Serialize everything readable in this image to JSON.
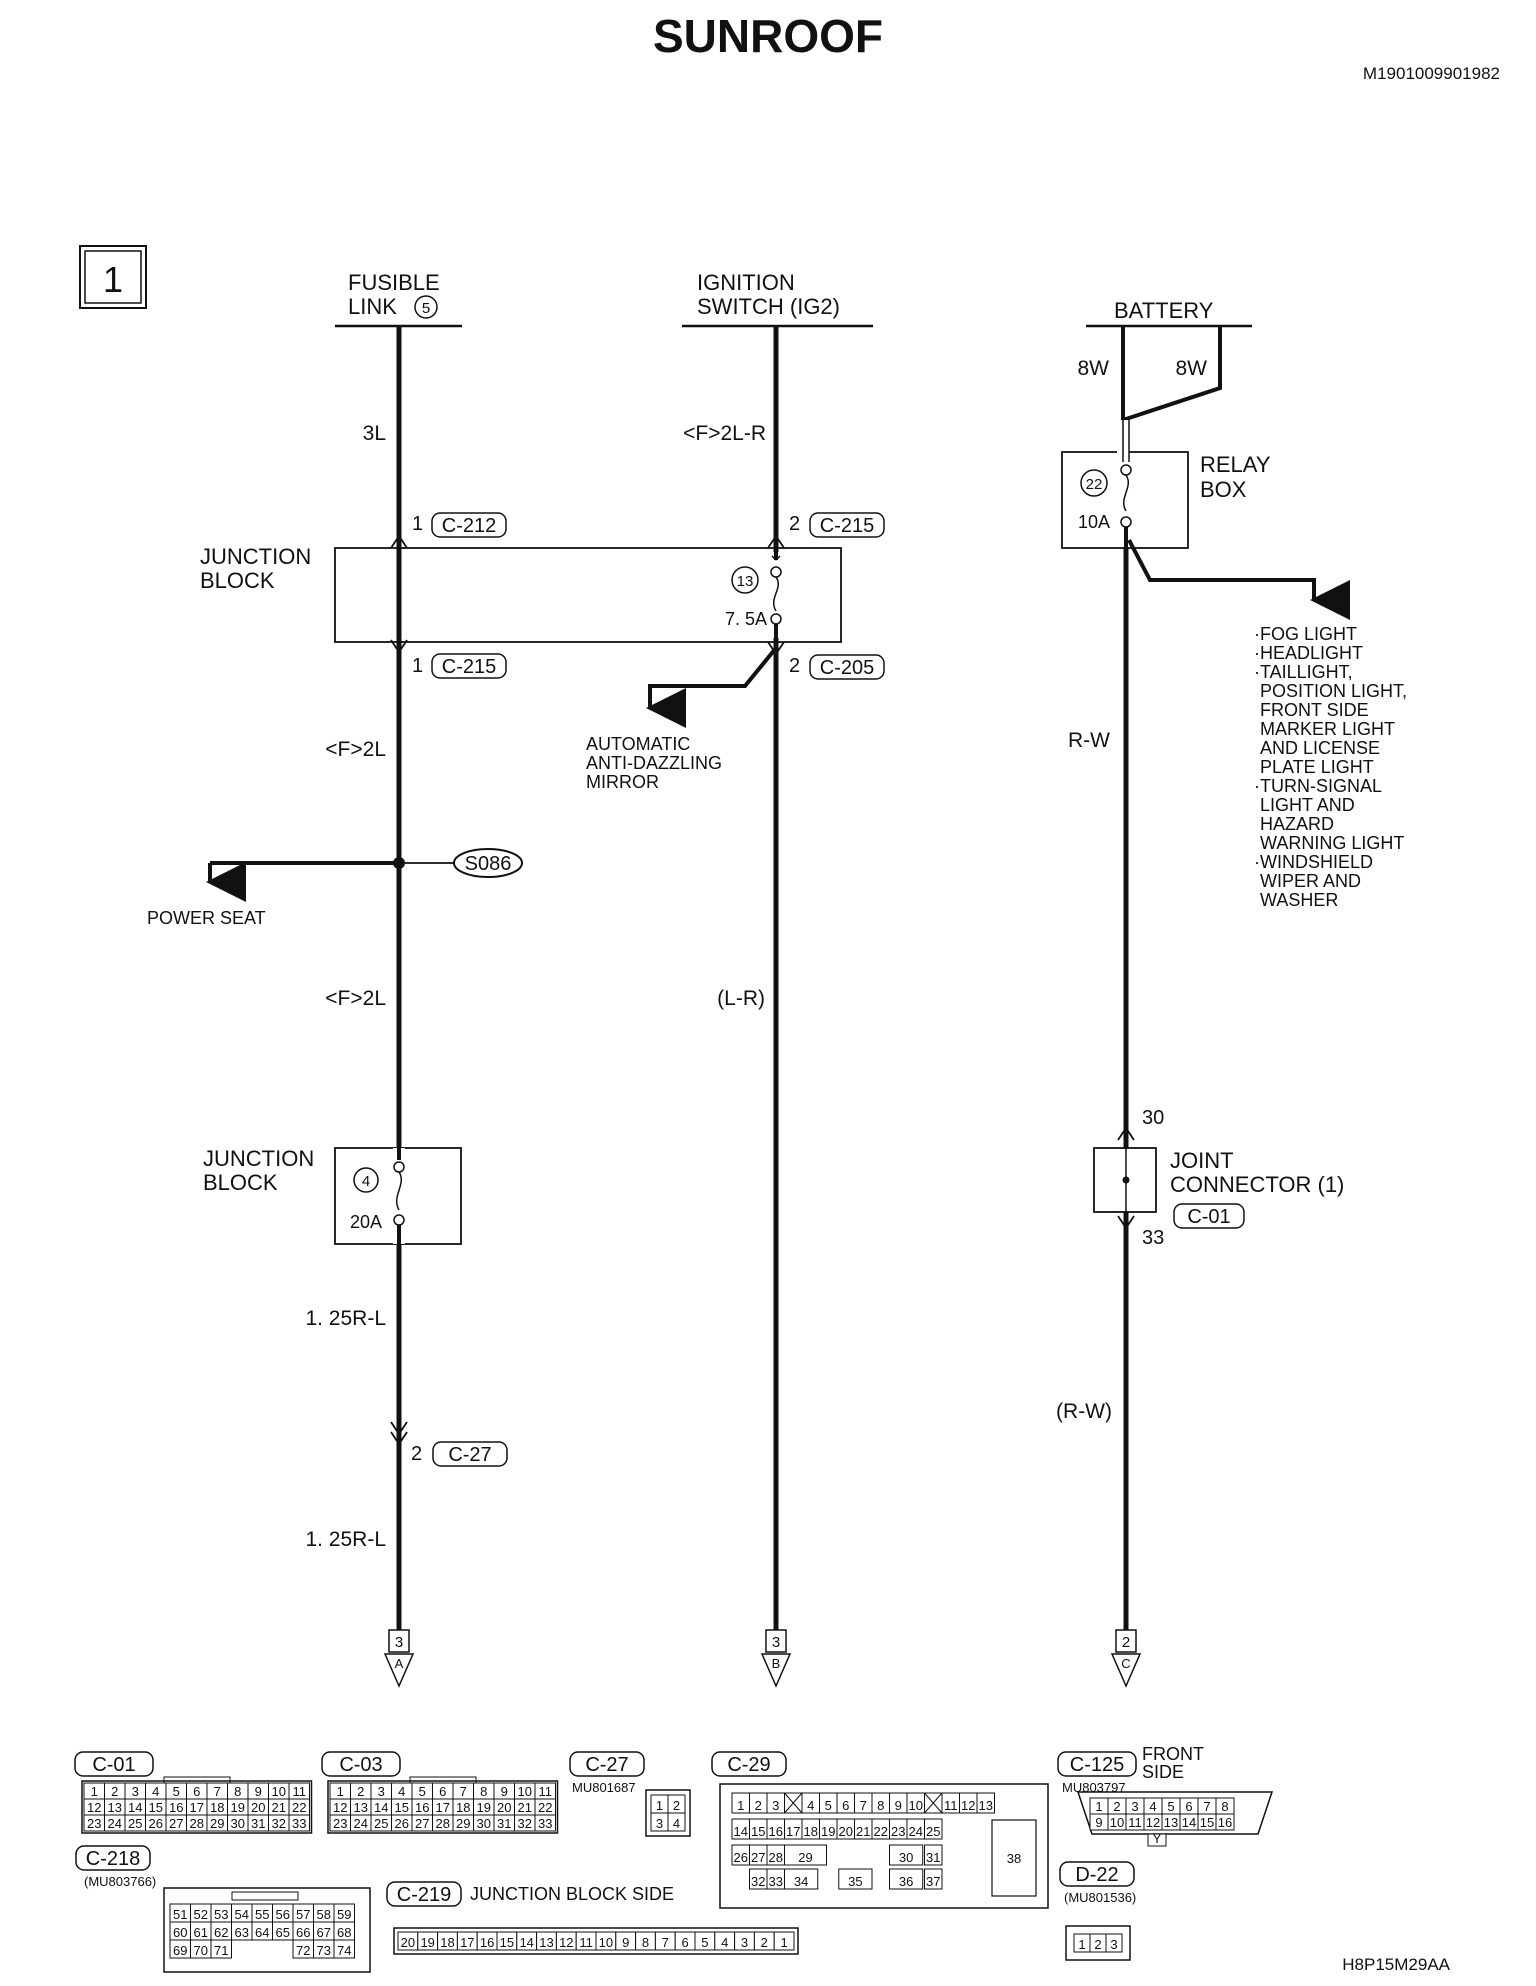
{
  "title": "SUNROOF",
  "code": "M1901009901982",
  "figure_code": "H8P15M29AA",
  "section_number": "1",
  "sources": {
    "fusible_link": {
      "line1": "FUSIBLE",
      "line2": "LINK",
      "number": "5"
    },
    "ignition_switch": {
      "line1": "IGNITION",
      "line2": "SWITCH (IG2)"
    },
    "battery": {
      "label": "BATTERY",
      "wire_left": "8W",
      "wire_right": "8W"
    }
  },
  "relay_box": {
    "line1": "RELAY",
    "line2": "BOX",
    "fuse_number": "22",
    "fuse_rating": "10A"
  },
  "relay_box_loads": [
    "·FOG LIGHT",
    "·HEADLIGHT",
    "·TAILLIGHT,",
    "POSITION LIGHT,",
    "FRONT SIDE",
    "MARKER LIGHT",
    "AND LICENSE",
    "PLATE LIGHT",
    "·TURN-SIGNAL",
    "LIGHT AND",
    "HAZARD",
    "WARNING LIGHT",
    "·WINDSHIELD",
    "WIPER AND",
    "WASHER"
  ],
  "junction_block_upper": {
    "line1": "JUNCTION",
    "line2": "BLOCK",
    "fuse_number": "13",
    "fuse_rating": "7. 5A",
    "pin_in_left": "1",
    "conn_in_left": "C-212",
    "pin_out_left": "1",
    "conn_out_left": "C-215",
    "pin_in_right": "2",
    "conn_in_right": "C-215",
    "pin_out_right": "2",
    "conn_out_right": "C-205"
  },
  "junction_block_lower": {
    "line1": "JUNCTION",
    "line2": "BLOCK",
    "fuse_number": "4",
    "fuse_rating": "20A"
  },
  "joint_connector": {
    "line1": "JOINT",
    "line2": "CONNECTOR (1)",
    "connector": "C-01",
    "pin_top": "30",
    "pin_bottom": "33"
  },
  "wires": {
    "left_1": "3L",
    "left_2": "<F>2L",
    "left_3": "<F>2L",
    "left_4": "1. 25R-L",
    "left_5": "1. 25R-L",
    "mid_1": "<F>2L-R",
    "mid_2": "(L-R)",
    "right_1": "R-W",
    "right_2": "(R-W)"
  },
  "splice": "S086",
  "power_seat": "POWER SEAT",
  "mirror": [
    "AUTOMATIC",
    "ANTI-DAZZLING",
    "MIRROR"
  ],
  "connector_c27": {
    "pin": "2",
    "connector": "C-27"
  },
  "terminals": [
    {
      "page": "3",
      "letter": "A"
    },
    {
      "page": "3",
      "letter": "B"
    },
    {
      "page": "2",
      "letter": "C"
    }
  ],
  "connector_views": {
    "c01": {
      "name": "C-01",
      "rows": [
        [
          "1",
          "2",
          "3",
          "4",
          "5",
          "6",
          "7",
          "8",
          "9",
          "10",
          "11"
        ],
        [
          "12",
          "13",
          "14",
          "15",
          "16",
          "17",
          "18",
          "19",
          "20",
          "21",
          "22"
        ],
        [
          "23",
          "24",
          "25",
          "26",
          "27",
          "28",
          "29",
          "30",
          "31",
          "32",
          "33"
        ]
      ]
    },
    "c03": {
      "name": "C-03",
      "rows": [
        [
          "1",
          "2",
          "3",
          "4",
          "5",
          "6",
          "7",
          "8",
          "9",
          "10",
          "11"
        ],
        [
          "12",
          "13",
          "14",
          "15",
          "16",
          "17",
          "18",
          "19",
          "20",
          "21",
          "22"
        ],
        [
          "23",
          "24",
          "25",
          "26",
          "27",
          "28",
          "29",
          "30",
          "31",
          "32",
          "33"
        ]
      ]
    },
    "c27": {
      "name": "C-27",
      "part": "MU801687",
      "pins": [
        "1",
        "2",
        "3",
        "4"
      ]
    },
    "c29": {
      "name": "C-29",
      "row1": [
        "1",
        "2",
        "3",
        "",
        "4",
        "5",
        "6",
        "7",
        "8",
        "9",
        "10",
        "",
        "11",
        "12",
        "13"
      ],
      "row2": [
        "14",
        "15",
        "16",
        "17",
        "18",
        "19",
        "20",
        "21",
        "22",
        "23",
        "24",
        "25"
      ],
      "row3": [
        "26",
        "27",
        "28",
        "29",
        "30",
        "31"
      ],
      "row4": [
        "32",
        "33",
        "34",
        "35",
        "36",
        "37"
      ],
      "big": "38"
    },
    "c125": {
      "name": "C-125",
      "label1": "FRONT",
      "label2": "SIDE",
      "part": "MU803797",
      "row1": [
        "1",
        "2",
        "3",
        "4",
        "5",
        "6",
        "7",
        "8"
      ],
      "row2": [
        "9",
        "10",
        "11",
        "12",
        "13",
        "14",
        "15",
        "16"
      ],
      "key": "Y"
    },
    "c218": {
      "name": "C-218",
      "part": "(MU803766)",
      "row1": [
        "51",
        "52",
        "53",
        "54",
        "55",
        "56",
        "57",
        "58",
        "59"
      ],
      "row2": [
        "60",
        "61",
        "62",
        "63",
        "64",
        "65",
        "66",
        "67",
        "68"
      ],
      "row3_left": [
        "69",
        "70",
        "71"
      ],
      "row3_right": [
        "72",
        "73",
        "74"
      ]
    },
    "c219": {
      "name": "C-219",
      "label": "JUNCTION BLOCK SIDE",
      "pins": [
        "20",
        "19",
        "18",
        "17",
        "16",
        "15",
        "14",
        "13",
        "12",
        "11",
        "10",
        "9",
        "8",
        "7",
        "6",
        "5",
        "4",
        "3",
        "2",
        "1"
      ]
    },
    "d22": {
      "name": "D-22",
      "part": "(MU801536)",
      "pins": [
        "1",
        "2",
        "3"
      ]
    }
  }
}
